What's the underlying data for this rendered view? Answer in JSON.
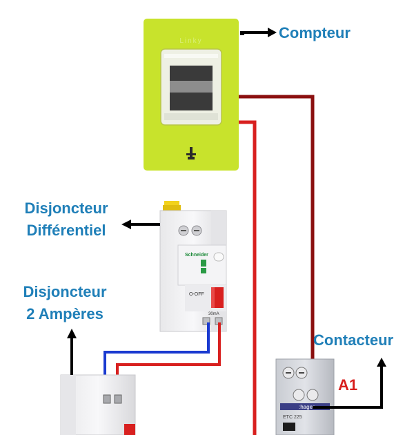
{
  "labels": {
    "compteur": "Compteur",
    "disj_diff_line1": "Disjoncteur",
    "disj_diff_line2": "Différentiel",
    "disj_2a_line1": "Disjoncteur",
    "disj_2a_line2": "2 Ampères",
    "contacteur": "Contacteur",
    "a1": "A1"
  },
  "devices": {
    "meter_brand": "Linky",
    "breaker_brand": "Schneider",
    "breaker_off_label": "O-OFF",
    "breaker_rating": "30mA",
    "contactor_brand": ":hager",
    "contactor_model": "ETC 225"
  },
  "colors": {
    "meter_body": "#c8e32c",
    "wire_red": "#d8201f",
    "wire_dark_red": "#8b1010",
    "wire_blue": "#1a3ad0",
    "label_blue": "#1f7fb8"
  }
}
